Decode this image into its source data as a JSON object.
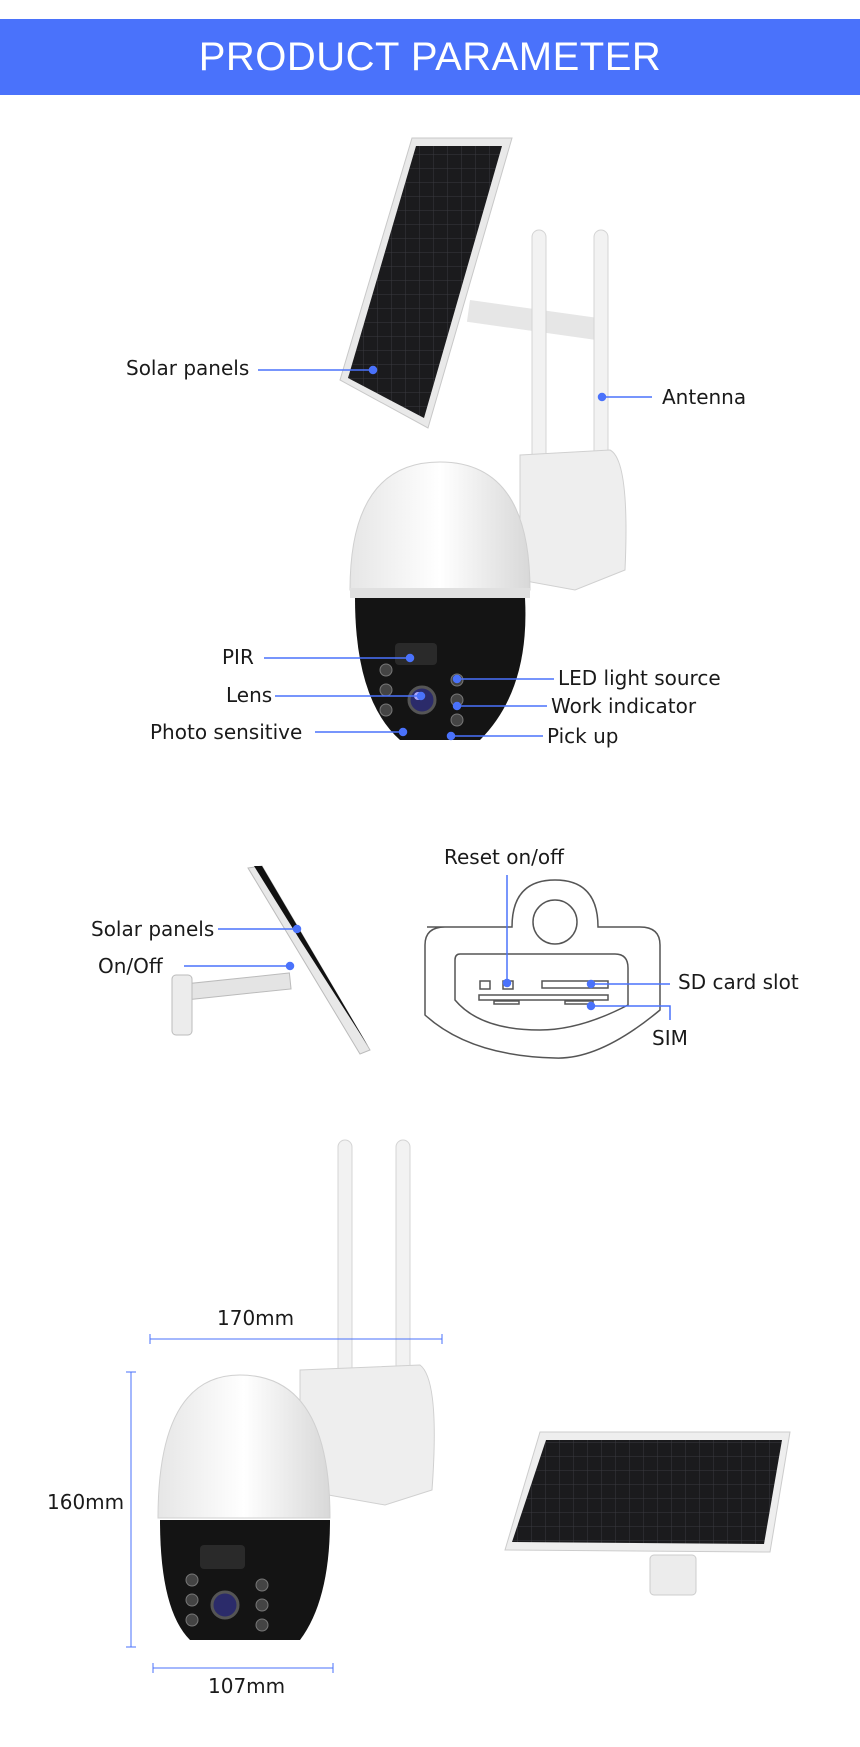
{
  "header": {
    "title": "PRODUCT PARAMETER"
  },
  "accent_color": "#4a72fb",
  "section_front": {
    "labels": {
      "solar_panels": "Solar panels",
      "antenna": "Antenna",
      "pir": "PIR",
      "lens": "Lens",
      "photo_sensitive": "Photo sensitive",
      "led_light_source": "LED light source",
      "work_indicator": "Work indicator",
      "pick_up": "Pick up"
    }
  },
  "section_side": {
    "labels": {
      "solar_panels": "Solar panels",
      "on_off": "On/Off",
      "reset": "Reset on/off",
      "sd_card_slot": "SD card slot",
      "sim": "SIM"
    }
  },
  "section_dimensions": {
    "width": "170mm",
    "height": "160mm",
    "depth": "107mm"
  }
}
